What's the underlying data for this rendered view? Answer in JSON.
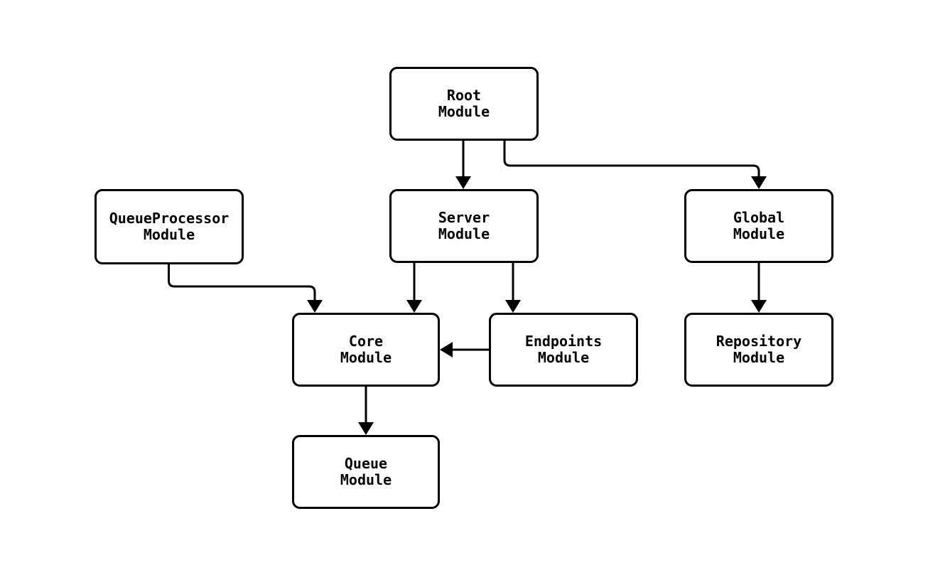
{
  "diagram": {
    "background_color": "#ffffff",
    "node_fill_color": "#ffffff",
    "node_border_color": "#000000",
    "edge_color": "#000000",
    "text_color": "#000000",
    "nodes": [
      {
        "id": "root",
        "line1": "Root",
        "line2": "Module"
      },
      {
        "id": "queueprocessor",
        "line1": "QueueProcessor",
        "line2": "Module"
      },
      {
        "id": "server",
        "line1": "Server",
        "line2": "Module"
      },
      {
        "id": "global",
        "line1": "Global",
        "line2": "Module"
      },
      {
        "id": "core",
        "line1": "Core",
        "line2": "Module"
      },
      {
        "id": "endpoints",
        "line1": "Endpoints",
        "line2": "Module"
      },
      {
        "id": "repository",
        "line1": "Repository",
        "line2": "Module"
      },
      {
        "id": "queue",
        "line1": "Queue",
        "line2": "Module"
      }
    ],
    "edges": [
      {
        "from": "Root Module",
        "to": "Server Module"
      },
      {
        "from": "Root Module",
        "to": "Global Module"
      },
      {
        "from": "QueueProcessor Module",
        "to": "Core Module"
      },
      {
        "from": "Server Module",
        "to": "Core Module"
      },
      {
        "from": "Server Module",
        "to": "Endpoints Module"
      },
      {
        "from": "Endpoints Module",
        "to": "Core Module"
      },
      {
        "from": "Global Module",
        "to": "Repository Module"
      },
      {
        "from": "Core Module",
        "to": "Queue Module"
      }
    ]
  }
}
